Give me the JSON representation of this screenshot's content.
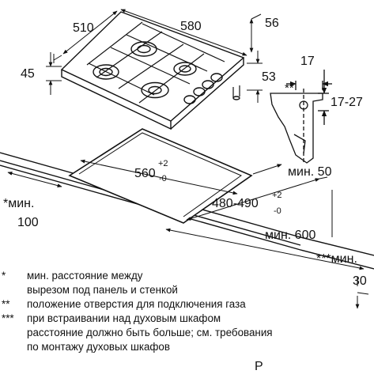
{
  "dimensions": {
    "top_depth": "510",
    "top_width": "580",
    "depth_overhang": "56",
    "height_left": "45",
    "height_right": "53",
    "connector_offset": "17",
    "gas_mark": "**",
    "connector_range": "17-27",
    "cutout_width_main": "560",
    "cutout_width_tol_plus": "+2",
    "cutout_width_tol_minus": "-0",
    "cutout_depth_main": "480-490",
    "cutout_depth_tol_plus": "+2",
    "cutout_depth_tol_minus": "-0",
    "min_50": "мин. 50",
    "min_100_label": "*мин.",
    "min_100_value": "100",
    "min_600": "мин. 600",
    "min_30_label": "***мин.",
    "min_30_value": "30"
  },
  "legend": [
    {
      "mark": "*",
      "lines": [
        "мин. расстояние между",
        "вырезом под панель и стенкой"
      ]
    },
    {
      "mark": "**",
      "lines": [
        "положение отверстия для подключения газа"
      ]
    },
    {
      "mark": "***",
      "lines": [
        "при встраивании над духовым шкафом",
        "расстояние должно быть больше; см. требования",
        "по монтажу духовых шкафов"
      ]
    }
  ],
  "footer_fragment": "Р"
}
